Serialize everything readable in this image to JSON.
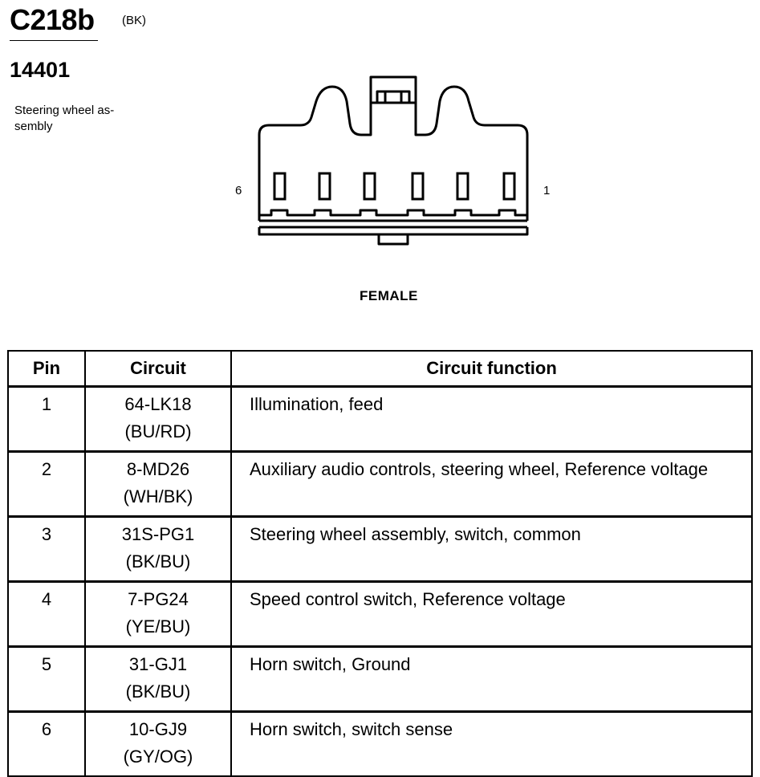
{
  "header": {
    "connector_id": "C218b",
    "color_code": "(BK)",
    "part_number": "14401",
    "description": "Steering wheel as-sembly"
  },
  "connector": {
    "left_pin_label": "6",
    "right_pin_label": "1",
    "gender": "FEMALE"
  },
  "table": {
    "headers": {
      "pin": "Pin",
      "circuit": "Circuit",
      "function": "Circuit function"
    },
    "rows": [
      {
        "pin": "1",
        "circuit": "64-LK18",
        "color": "(BU/RD)",
        "function": "Illumination, feed"
      },
      {
        "pin": "2",
        "circuit": "8-MD26",
        "color": "(WH/BK)",
        "function": "Auxiliary audio controls, steering wheel, Reference voltage"
      },
      {
        "pin": "3",
        "circuit": "31S-PG1",
        "color": "(BK/BU)",
        "function": "Steering wheel assembly, switch, common"
      },
      {
        "pin": "4",
        "circuit": "7-PG24",
        "color": "(YE/BU)",
        "function": "Speed control switch, Reference voltage"
      },
      {
        "pin": "5",
        "circuit": "31-GJ1",
        "color": "(BK/BU)",
        "function": "Horn switch, Ground"
      },
      {
        "pin": "6",
        "circuit": "10-GJ9",
        "color": "(GY/OG)",
        "function": "Horn switch, switch sense"
      }
    ]
  }
}
